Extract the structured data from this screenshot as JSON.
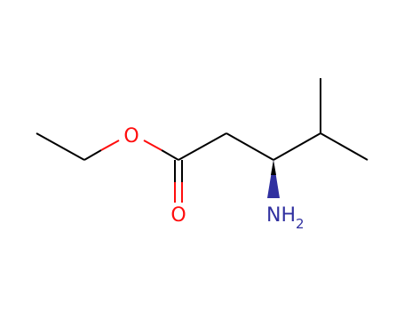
{
  "molecule": {
    "atoms": [
      {
        "id": "o_ester",
        "symbol": "O"
      },
      {
        "id": "o_carbonyl",
        "symbol": "O"
      },
      {
        "id": "n_amino",
        "symbol": "NH",
        "subscript": "2"
      }
    ]
  },
  "colors": {
    "carbon_bond": "#000000",
    "oxygen": "#ff0d0d",
    "nitrogen": "#3030a0",
    "background": "#ffffff"
  }
}
